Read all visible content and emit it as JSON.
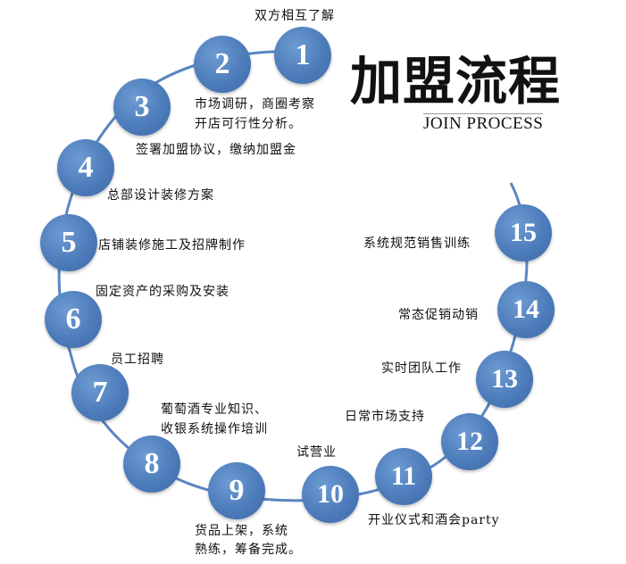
{
  "title": {
    "chinese": "加盟流程",
    "english": "JOIN PROCESS"
  },
  "steps": [
    {
      "number": "1",
      "label": "双方相互了解"
    },
    {
      "number": "2",
      "label": "市场调研，商圈考察"
    },
    {
      "number": "3",
      "label": "签署加盟协议，缴纳加盟金"
    },
    {
      "number": "4",
      "label": "总部设计装修方案"
    },
    {
      "number": "5",
      "label": "店铺装修施工及招牌制作"
    },
    {
      "number": "6",
      "label": "固定资产的采购及安装"
    },
    {
      "number": "7",
      "label": "员工招聘"
    },
    {
      "number": "8",
      "label": "葡萄酒专业知识、"
    },
    {
      "number": "9",
      "label": "货品上架，系统"
    },
    {
      "number": "10",
      "label": "试营业"
    },
    {
      "number": "11",
      "label": "开业仪式和酒会party"
    },
    {
      "number": "12",
      "label": "日常市场支持"
    },
    {
      "number": "13",
      "label": "实时团队工作"
    },
    {
      "number": "14",
      "label": "常态促销动销"
    },
    {
      "number": "15",
      "label": "系统规范销售训练"
    }
  ],
  "extra_lines": {
    "step2_line2": "开店可行性分析。",
    "step8_line2": "收银系统操作培训",
    "step9_line2": "熟练，筹备完成。"
  },
  "colors": {
    "circle": "#4d7cbb",
    "arc": "#5a86c2",
    "text": "#111111"
  }
}
